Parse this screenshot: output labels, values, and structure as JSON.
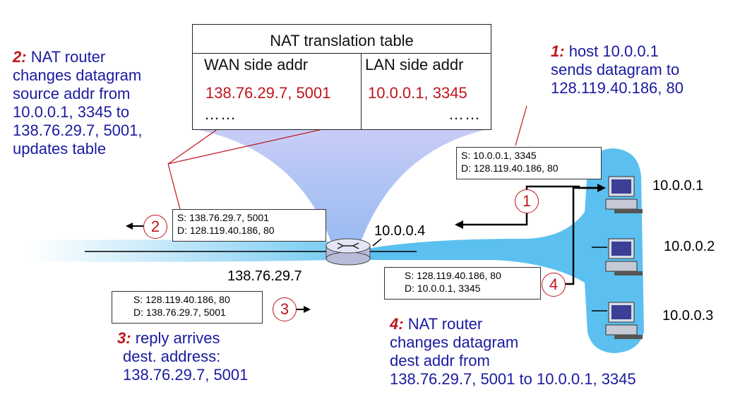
{
  "nat_table": {
    "title": "NAT translation table",
    "col_wan": "WAN side addr",
    "col_lan": "LAN side addr",
    "wan_value": "138.76.29.7, 5001",
    "lan_value": "10.0.0.1, 3345",
    "wan_more": "……",
    "lan_more": "……"
  },
  "steps": {
    "s1": {
      "num": "1:",
      "lines": [
        "host 10.0.0.1",
        "sends datagram to",
        "128.119.40.186, 80"
      ]
    },
    "s2": {
      "num": "2:",
      "lines": [
        "NAT router",
        "changes datagram",
        "source addr from",
        "10.0.0.1, 3345 to",
        "138.76.29.7, 5001,",
        "updates table"
      ]
    },
    "s3": {
      "num": "3:",
      "lines": [
        "reply arrives",
        "dest. address:",
        "138.76.29.7, 5001"
      ]
    },
    "s4": {
      "num": "4:",
      "lines": [
        "NAT router",
        "changes datagram",
        "dest addr from",
        "138.76.29.7, 5001 to 10.0.0.1, 3345"
      ]
    }
  },
  "packets": {
    "p1": {
      "src": "S: 10.0.0.1, 3345",
      "dst": "D: 128.119.40.186, 80"
    },
    "p2": {
      "src": "S: 138.76.29.7, 5001",
      "dst": "D: 128.119.40.186, 80"
    },
    "p3": {
      "src": "S: 128.119.40.186, 80",
      "dst": "D: 138.76.29.7, 5001"
    },
    "p4": {
      "src": "S: 128.119.40.186, 80",
      "dst": "D: 10.0.0.1, 3345"
    }
  },
  "circles": {
    "c1": "1",
    "c2": "2",
    "c3": "3",
    "c4": "4"
  },
  "addresses": {
    "router_lan": "10.0.0.4",
    "router_wan": "138.76.29.7",
    "host1": "10.0.0.1",
    "host2": "10.0.0.2",
    "host3": "10.0.0.3"
  },
  "colors": {
    "text_blue": "#1a1aa0",
    "accent_red": "#c0141c",
    "network_fill": "#5bc0ef"
  }
}
